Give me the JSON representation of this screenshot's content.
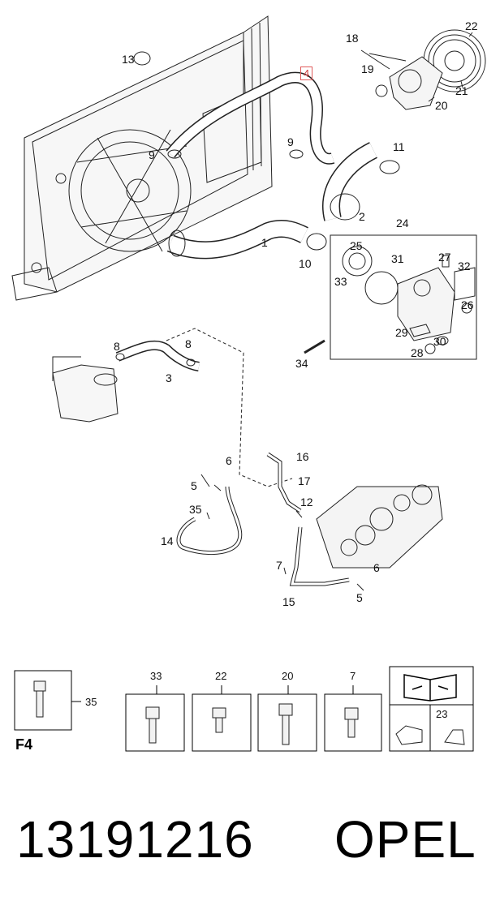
{
  "callouts": {
    "c1": "1",
    "c2": "2",
    "c3": "3",
    "c4": "4",
    "c5a": "5",
    "c5b": "5",
    "c6a": "6",
    "c6b": "6",
    "c7": "7",
    "c8a": "8",
    "c8b": "8",
    "c9a": "9",
    "c9b": "9",
    "c10": "10",
    "c11": "11",
    "c12": "12",
    "c13": "13",
    "c14": "14",
    "c15": "15",
    "c16": "16",
    "c17": "17",
    "c18": "18",
    "c19": "19",
    "c20": "20",
    "c21": "21",
    "c22": "22",
    "c24": "24",
    "c25": "25",
    "c26": "26",
    "c27": "27",
    "c28": "28",
    "c29": "29",
    "c30": "30",
    "c31": "31",
    "c32": "32",
    "c33": "33",
    "c34": "34",
    "c35": "35"
  },
  "legend": {
    "b35": "35",
    "b33": "33",
    "b22": "22",
    "b20": "20",
    "b7": "7",
    "b23": "23"
  },
  "sheet_label": "F4",
  "footer": {
    "part_number": "13191216",
    "brand": "OPEL"
  },
  "highlight_color": "#e05a5a"
}
